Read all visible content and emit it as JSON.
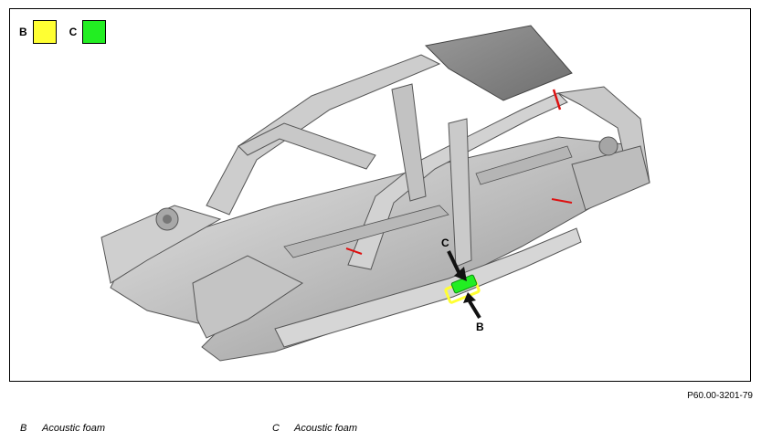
{
  "legend": {
    "b_label": "B",
    "c_label": "C",
    "b_color": "#ffff33",
    "c_color": "#22ee22"
  },
  "callouts": {
    "c": "C",
    "b": "B"
  },
  "reference": "P60.00-3201-79",
  "captions": [
    {
      "key": "B",
      "text": "Acoustic foam"
    },
    {
      "key": "C",
      "text": "Acoustic foam"
    }
  ]
}
